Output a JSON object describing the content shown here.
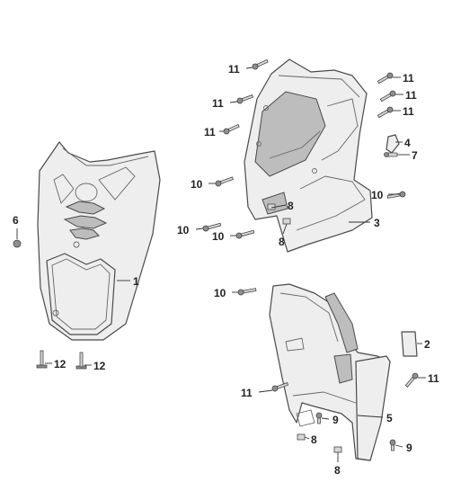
{
  "callouts": [
    {
      "id": "c1",
      "label": "1"
    },
    {
      "id": "c2",
      "label": "2"
    },
    {
      "id": "c3",
      "label": "3"
    },
    {
      "id": "c4",
      "label": "4"
    },
    {
      "id": "c5",
      "label": "5"
    },
    {
      "id": "c6",
      "label": "6"
    },
    {
      "id": "c7",
      "label": "7"
    },
    {
      "id": "c8a",
      "label": "8"
    },
    {
      "id": "c8b",
      "label": "8"
    },
    {
      "id": "c8c",
      "label": "8"
    },
    {
      "id": "c8d",
      "label": "8"
    },
    {
      "id": "c9a",
      "label": "9"
    },
    {
      "id": "c9b",
      "label": "9"
    },
    {
      "id": "c10a",
      "label": "10"
    },
    {
      "id": "c10b",
      "label": "10"
    },
    {
      "id": "c10c",
      "label": "10"
    },
    {
      "id": "c10d",
      "label": "10"
    },
    {
      "id": "c10e",
      "label": "10"
    },
    {
      "id": "c11a",
      "label": "11"
    },
    {
      "id": "c11b",
      "label": "11"
    },
    {
      "id": "c11c",
      "label": "11"
    },
    {
      "id": "c11d",
      "label": "11"
    },
    {
      "id": "c11e",
      "label": "11"
    },
    {
      "id": "c11f",
      "label": "11"
    },
    {
      "id": "c11g",
      "label": "11"
    },
    {
      "id": "c11h",
      "label": "11"
    },
    {
      "id": "c12a",
      "label": "12"
    },
    {
      "id": "c12b",
      "label": "12"
    }
  ]
}
